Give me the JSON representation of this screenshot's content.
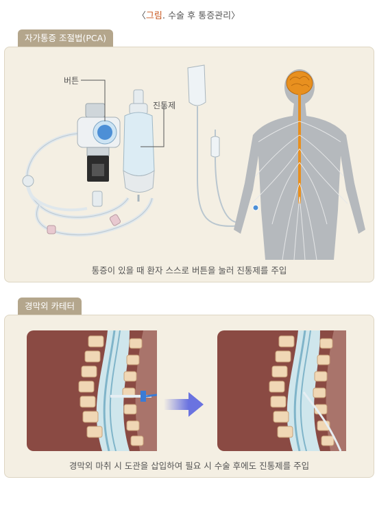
{
  "figure_title": {
    "bracket_open": "〈",
    "prefix": "그림",
    "dot": ".",
    "text": " 수술 후 통증관리",
    "bracket_close": "〉"
  },
  "pca_section": {
    "tab_label": "자가통증 조절법(PCA)",
    "button_label": "버튼",
    "drug_label": "진통제",
    "caption": "통증이 있을 때 환자 스스로 버튼을 눌러 진통제를 주입"
  },
  "epidural_section": {
    "tab_label": "경막외 카테터",
    "caption": "경막외 마취 시 도관을 삽입하여 필요 시 수술 후에도 진통제를 주입"
  },
  "colors": {
    "accent": "#c8561d",
    "tab_bg": "#b4a68c",
    "panel_bg": "#f4efe3",
    "nerve": "#e8901f",
    "tissue": "#8a4a43",
    "vertebra": "#f0d7b5",
    "arrow": "#6a73e0"
  }
}
